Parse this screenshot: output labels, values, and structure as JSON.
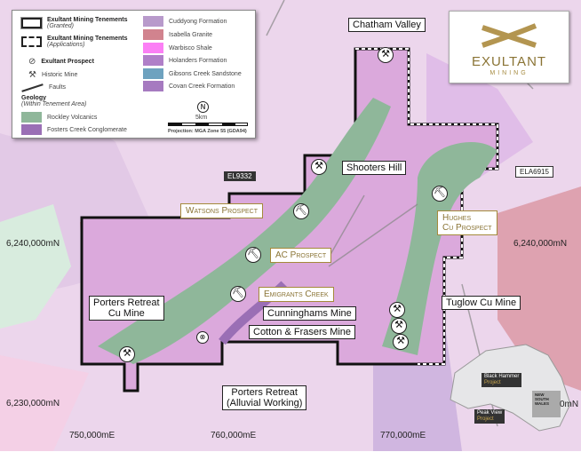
{
  "legend": {
    "granted_title": "Exultant Mining Tenements",
    "granted_sub": "(Granted)",
    "app_title": "Exultant Mining Tenements",
    "app_sub": "(Applications)",
    "prospect": "Exultant Prospect",
    "historic": "Historic Mine",
    "faults": "Faults",
    "geology_title": "Geology",
    "geology_sub": "(Within Tenement Area)",
    "geology": [
      {
        "label": "Rockley Volcanics",
        "color": "#8fb79a"
      },
      {
        "label": "Fosters Creek Conglomerate",
        "color": "#9a6fb5"
      }
    ],
    "formations": [
      {
        "label": "Cuddyong Formation",
        "color": "#b89acb"
      },
      {
        "label": "Isabella Granite",
        "color": "#d1838e"
      },
      {
        "label": "Warbisco Shale",
        "color": "#fb7ff5"
      },
      {
        "label": "Holanders Formation",
        "color": "#b07fc8"
      },
      {
        "label": "Gibsons Creek Sandstone",
        "color": "#6ea2bf"
      },
      {
        "label": "Covan Creek Formation",
        "color": "#a67ac0"
      }
    ],
    "north": "N",
    "scale": "5km",
    "projection": "Projection: MGA Zone 55 (GDA94)"
  },
  "logo": {
    "name": "EXULTANT",
    "sub": "MINING"
  },
  "mines": {
    "chatham": "Chatham Valley",
    "shooters": "Shooters Hill",
    "cunninghams": "Cunninghams Mine",
    "cotton": "Cotton & Frasers Mine",
    "tuglow": "Tuglow Cu Mine",
    "porters_cu_1": "Porters Retreat",
    "porters_cu_2": "Cu Mine",
    "porters_al_1": "Porters Retreat",
    "porters_al_2": "(Alluvial Working)"
  },
  "prospects": {
    "watsons": "Watsons Prospect",
    "ac": "AC Prospect",
    "emigrants": "Emigrants Creek",
    "hughes_1": "Hughes",
    "hughes_2": "Cu Prospect"
  },
  "tenements": {
    "el9332": "EL9332",
    "ela6915": "ELA6915"
  },
  "coords": {
    "n1": "6,240,000mN",
    "n1r": "6,240,000mN",
    "n2": "6,230,000mN",
    "n2r": "0mN",
    "e1": "750,000mE",
    "e2": "760,000mE",
    "e3": "770,000mE"
  },
  "inset": {
    "bh1": "Black Hammer",
    "bh2": "Project",
    "pv1": "Peak View",
    "pv2": "Project",
    "nsw": "NEW SOUTH WALES"
  },
  "icons": {
    "prospect": "pick-icon",
    "mine": "crossed-hammers-icon"
  }
}
